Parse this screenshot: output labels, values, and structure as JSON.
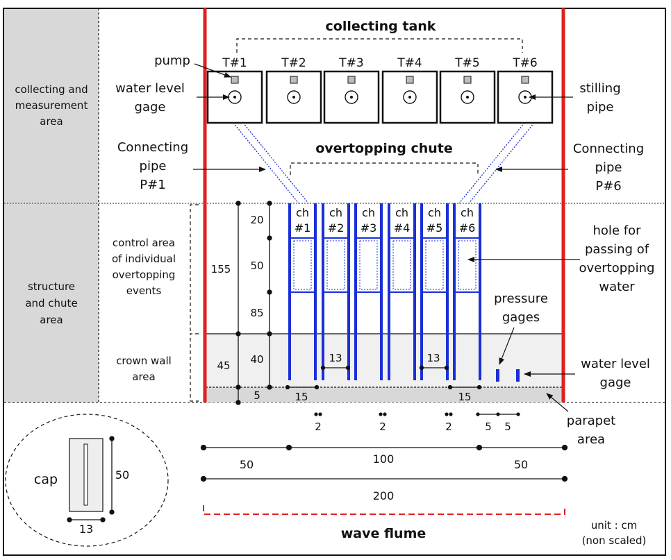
{
  "title_tank": "collecting tank",
  "title_chute": "overtopping chute",
  "title_flume": "wave flume",
  "areas": {
    "collecting_line1": "collecting and",
    "collecting_line2": "measurement",
    "collecting_line3": "area",
    "structure_line1": "structure",
    "structure_line2": "and chute",
    "structure_line3": "area"
  },
  "tanks": [
    "T#1",
    "T#2",
    "T#3",
    "T#4",
    "T#5",
    "T#6"
  ],
  "chutes": [
    {
      "top": "ch",
      "bottom": "#1"
    },
    {
      "top": "ch",
      "bottom": "#2"
    },
    {
      "top": "ch",
      "bottom": "#3"
    },
    {
      "top": "ch",
      "bottom": "#4"
    },
    {
      "top": "ch",
      "bottom": "#5"
    },
    {
      "top": "ch",
      "bottom": "#6"
    }
  ],
  "labels": {
    "pump": "pump",
    "water_level_gage_1": "water level",
    "water_level_gage_2": "gage",
    "stilling_1": "stilling",
    "stilling_2": "pipe",
    "pipe_left_1": "Connecting",
    "pipe_left_2": "pipe",
    "pipe_left_3": "P#1",
    "pipe_right_1": "Connecting",
    "pipe_right_2": "pipe",
    "pipe_right_3": "P#6",
    "control_1": "control area",
    "control_2": "of individual",
    "control_3": "overtopping",
    "control_4": "events",
    "crown_1": "crown wall",
    "crown_2": "area",
    "hole_1": "hole for",
    "hole_2": "passing of",
    "hole_3": "overtopping",
    "hole_4": "water",
    "pressure_1": "pressure",
    "pressure_2": "gages",
    "wlg_lower_1": "water level",
    "wlg_lower_2": "gage",
    "parapet_1": "parapet",
    "parapet_2": "area",
    "cap": "cap",
    "unit_1": "unit : cm",
    "unit_2": "(non scaled)"
  },
  "dims": {
    "d20": "20",
    "d50": "50",
    "d85": "85",
    "d155": "155",
    "d40": "40",
    "d45": "45",
    "d5": "5",
    "d13a": "13",
    "d13b": "13",
    "d15a": "15",
    "d15b": "15",
    "d2a": "2",
    "d2b": "2",
    "d2c": "2",
    "d5a": "5",
    "d5b": "5",
    "w50a": "50",
    "w100": "100",
    "w50b": "50",
    "w200": "200",
    "cap50": "50",
    "cap13": "13"
  },
  "colors": {
    "wall": "#e02020",
    "chute": "#1a2fd6",
    "pipe": "#1a2fd6",
    "side_panel": "#d8d8d8",
    "crown_fill": "#f0f0f0",
    "parapet_fill": "#d8d8d8",
    "pump_fill": "#bdbdbd"
  }
}
